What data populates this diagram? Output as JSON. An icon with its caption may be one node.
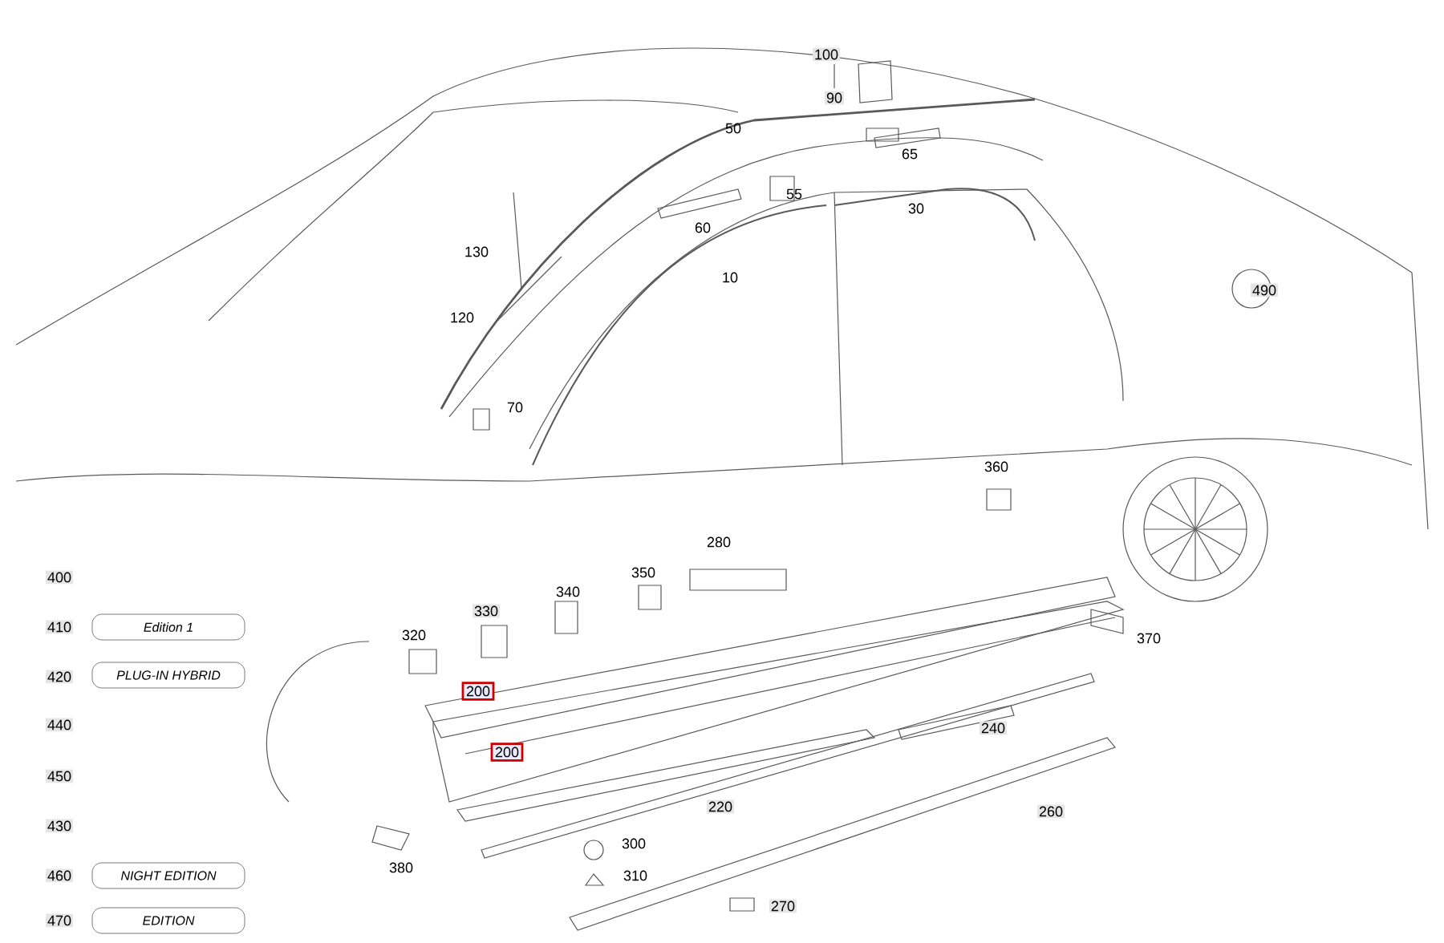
{
  "diagram": {
    "nodes": [
      {
        "text": [
          "200"
        ]
      },
      {
        "text": [
          "200"
        ]
      }
    ],
    "edges": [],
    "labels": [
      "100",
      "90",
      "50",
      "65",
      "55",
      "30",
      "60",
      "130",
      "10",
      "490",
      "120",
      "70",
      "360",
      "280",
      "400",
      "350",
      "340",
      "330",
      "410",
      "Edition 1",
      "320",
      "370",
      "420",
      "PLUG-IN HYBRID",
      "440",
      "240",
      "450",
      "220",
      "260",
      "430",
      "300",
      "460",
      "NIGHT EDITION",
      "380",
      "310",
      "270",
      "470",
      "EDITION"
    ]
  }
}
